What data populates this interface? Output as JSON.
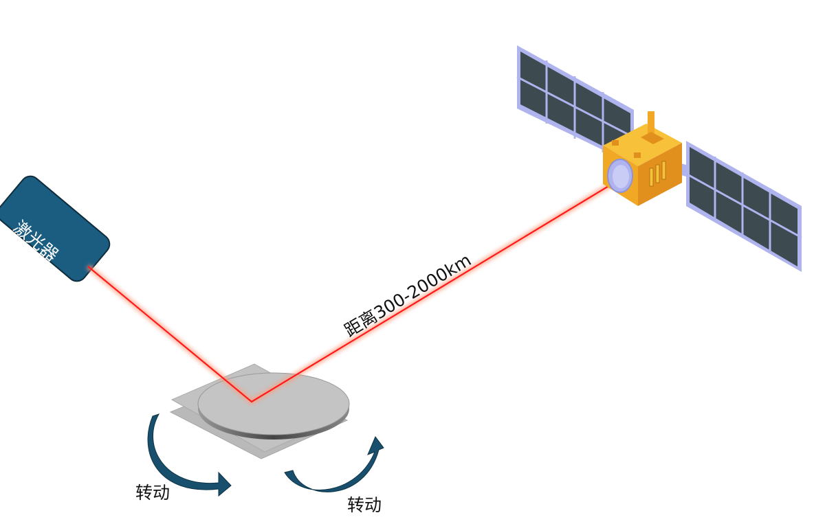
{
  "laser": {
    "label": "激光器",
    "color": "#1b5d80"
  },
  "distance_label": "距离300-2000km",
  "rotation_labels": [
    "转动",
    "转动"
  ],
  "beam_color": "#ff1a1a",
  "satellite": {
    "body_color": "#f0a825",
    "panel_color": "#3d4a50",
    "frame_color": "#b0b4ee"
  }
}
